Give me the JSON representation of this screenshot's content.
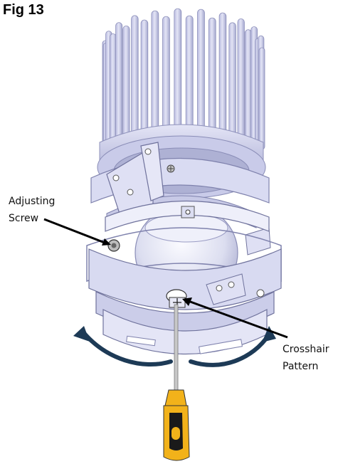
{
  "figure": {
    "title": "Fig 13"
  },
  "callouts": {
    "adjusting_screw": {
      "line1": "Adjusting",
      "line2": "Screw"
    },
    "crosshair_pattern": {
      "line1": "Crosshair",
      "line2": "Pattern"
    }
  },
  "colors": {
    "housing": "#d4d6ef",
    "housing_dark": "#a9abd0",
    "housing_edge": "#7c7fa8",
    "lens": "#e8eaf6",
    "arrow": "#1d3a56",
    "handle_yellow": "#f2b21a",
    "handle_black": "#1a1a1a",
    "shaft": "#c8c8c8"
  },
  "icons": {
    "rotation": "curved-double-arrow-icon",
    "tool": "screwdriver-icon"
  }
}
